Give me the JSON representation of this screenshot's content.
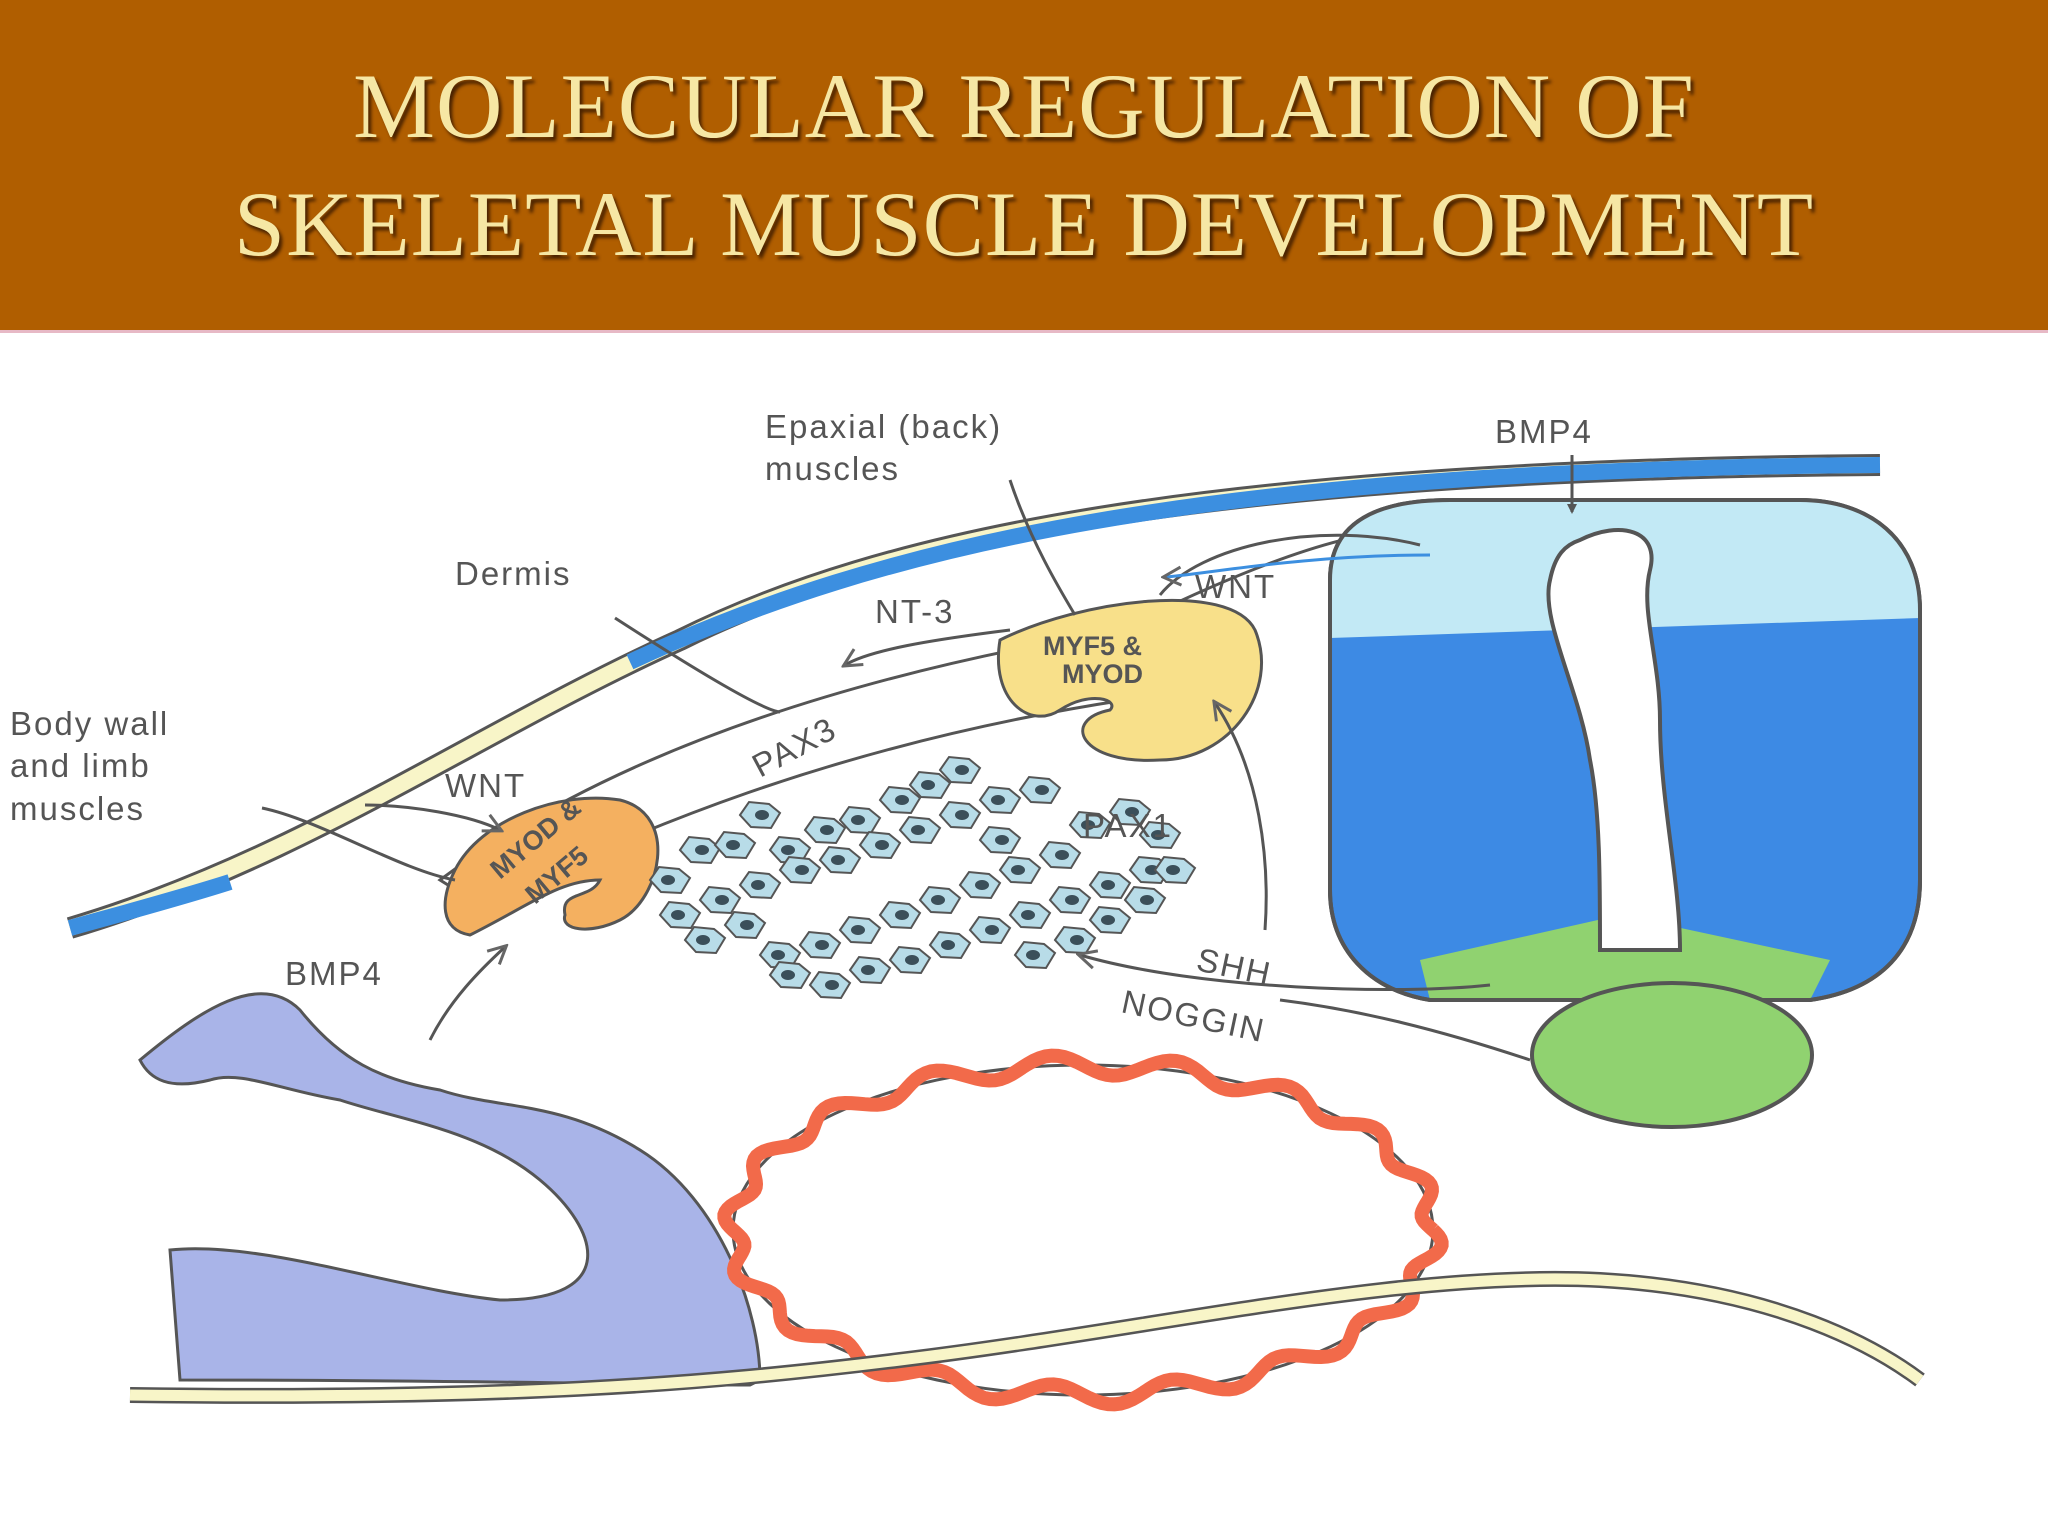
{
  "slide": {
    "title_line1": "MOLECULAR REGULATION OF",
    "title_line2": "SKELETAL MUSCLE DEVELOPMENT"
  },
  "labels": {
    "epaxial_line1": "Epaxial (back)",
    "epaxial_line2": "muscles",
    "bmp4_top": "BMP4",
    "dermis": "Dermis",
    "wnt_top": "WNT",
    "nt3": "NT-3",
    "myf5_myod_line1": "MYF5 &",
    "myf5_myod_line2": "MYOD",
    "body_wall_line1": "Body wall",
    "body_wall_line2": "and limb",
    "body_wall_line3": "muscles",
    "wnt_left": "WNT",
    "pax3": "PAX3",
    "pax1": "PAX1",
    "myod_myf5_line1": "MYOD &",
    "myod_myf5_line2": "MYF5",
    "bmp4_left": "BMP4",
    "shh": "SHH",
    "noggin": "NOGGIN"
  },
  "colors": {
    "header_bg": "#b05e00",
    "title_text": "#f6e7a4",
    "ectoderm_blue": "#3c8fe0",
    "ectoderm_yellow": "#f8f5c8",
    "neural_tube_light": "#c2e9f5",
    "neural_tube_dark": "#3d8ae4",
    "floor_plate_green": "#90d270",
    "myotome_yellow": "#f8e08a",
    "myotome_orange": "#f4b060",
    "sclerotome_cells": "#b8dce8",
    "lateral_mesoderm": "#a9b4e8",
    "aorta_red": "#f26a4a"
  }
}
